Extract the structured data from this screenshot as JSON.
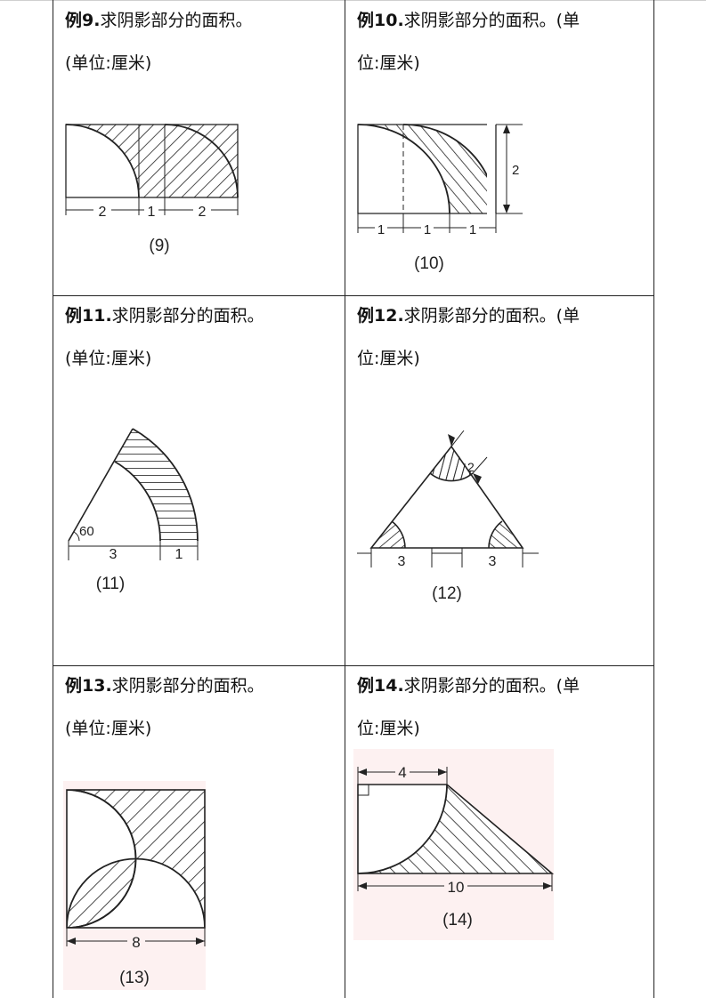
{
  "problems": [
    {
      "num": "例9.",
      "text": "求阴影部分的面积。",
      "unit": "(单位:厘米)",
      "dims": [
        "2",
        "1",
        "2"
      ],
      "fig_label": "(9)"
    },
    {
      "num": "例10.",
      "text": "求阴影部分的面积。(单",
      "unit": "位:厘米)",
      "dims": [
        "1",
        "1",
        "1",
        "2"
      ],
      "fig_label": "(10)"
    },
    {
      "num": "例11.",
      "text": "求阴影部分的面积。",
      "unit": "(单位:厘米)",
      "dims": [
        "60",
        "3",
        "1"
      ],
      "fig_label": "(11)"
    },
    {
      "num": "例12.",
      "text": "求阴影部分的面积。(单",
      "unit": "位:厘米)",
      "dims": [
        "2",
        "3",
        "3"
      ],
      "fig_label": "(12)"
    },
    {
      "num": "例13.",
      "text": "求阴影部分的面积。",
      "unit": "(单位:厘米)",
      "dims": [
        "8"
      ],
      "fig_label": "(13)"
    },
    {
      "num": "例14.",
      "text": "求阴影部分的面积。(单",
      "unit": "位:厘米)",
      "dims": [
        "4",
        "10"
      ],
      "fig_label": "(14)"
    }
  ]
}
